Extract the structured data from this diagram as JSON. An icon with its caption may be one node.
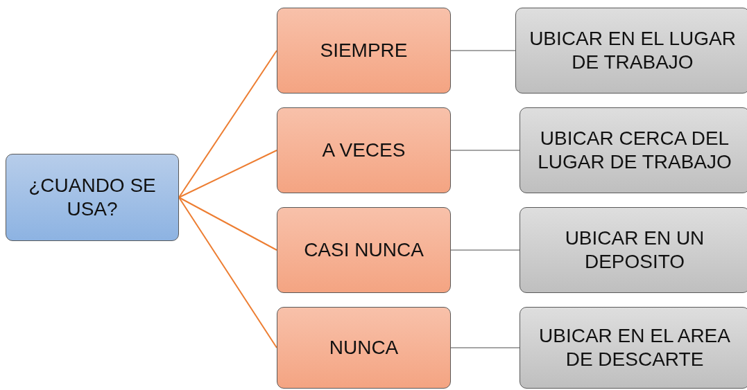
{
  "diagram": {
    "nodes": [
      {
        "text": [
          "¿CUANDO SE USA?"
        ]
      },
      {
        "text": [
          "SIEMPRE"
        ]
      },
      {
        "text": [
          "UBICAR EN EL LUGAR DE TRABAJO"
        ]
      },
      {
        "text": [
          "A VECES"
        ]
      },
      {
        "text": [
          "UBICAR CERCA DEL LUGAR DE TRABAJO"
        ]
      },
      {
        "text": [
          "CASI NUNCA"
        ]
      },
      {
        "text": [
          "UBICAR EN UN DEPOSITO"
        ]
      },
      {
        "text": [
          "NUNCA"
        ]
      },
      {
        "text": [
          "UBICAR EN EL AREA DE DESCARTE"
        ]
      }
    ],
    "edges": [
      {
        "from": 0,
        "to": 1,
        "arrow": "none",
        "color": "#ed7d31"
      },
      {
        "from": 0,
        "to": 3,
        "arrow": "none",
        "color": "#ed7d31"
      },
      {
        "from": 0,
        "to": 5,
        "arrow": "none",
        "color": "#ed7d31"
      },
      {
        "from": 0,
        "to": 7,
        "arrow": "none",
        "color": "#ed7d31"
      },
      {
        "from": 1,
        "to": 2,
        "arrow": "none",
        "color": "#a5a5a5"
      },
      {
        "from": 3,
        "to": 4,
        "arrow": "none",
        "color": "#a5a5a5"
      },
      {
        "from": 5,
        "to": 6,
        "arrow": "none",
        "color": "#a5a5a5"
      },
      {
        "from": 7,
        "to": 8,
        "arrow": "none",
        "color": "#a5a5a5"
      }
    ]
  }
}
